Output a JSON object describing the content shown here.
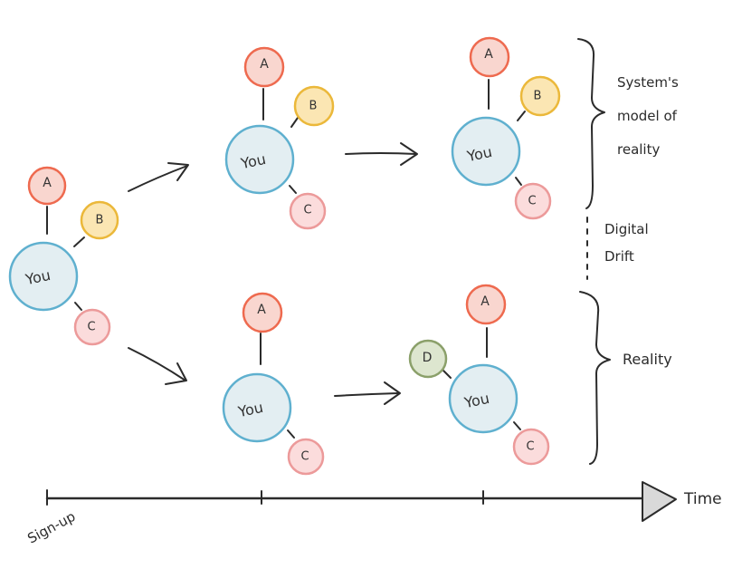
{
  "nodes": {
    "you": "You",
    "a": "A",
    "b": "B",
    "c": "C",
    "d": "D"
  },
  "labels": {
    "system_model": [
      "System's",
      "model of",
      "reality"
    ],
    "digital_drift": [
      "Digital",
      "Drift"
    ],
    "reality": "Reality",
    "time": "Time",
    "signup": "Sign-up"
  },
  "colors": {
    "you_fill": "#e3eef2",
    "you_stroke": "#5fb0cf",
    "a_fill": "#f9d6cf",
    "a_stroke": "#ee6a4f",
    "b_fill": "#fbe6b3",
    "b_stroke": "#ebb83a",
    "c_fill": "#fbdcdc",
    "c_stroke": "#ec9a9a",
    "d_fill": "#dde6cf",
    "d_stroke": "#8ba06a",
    "axis_head": "#d9d9d9"
  }
}
